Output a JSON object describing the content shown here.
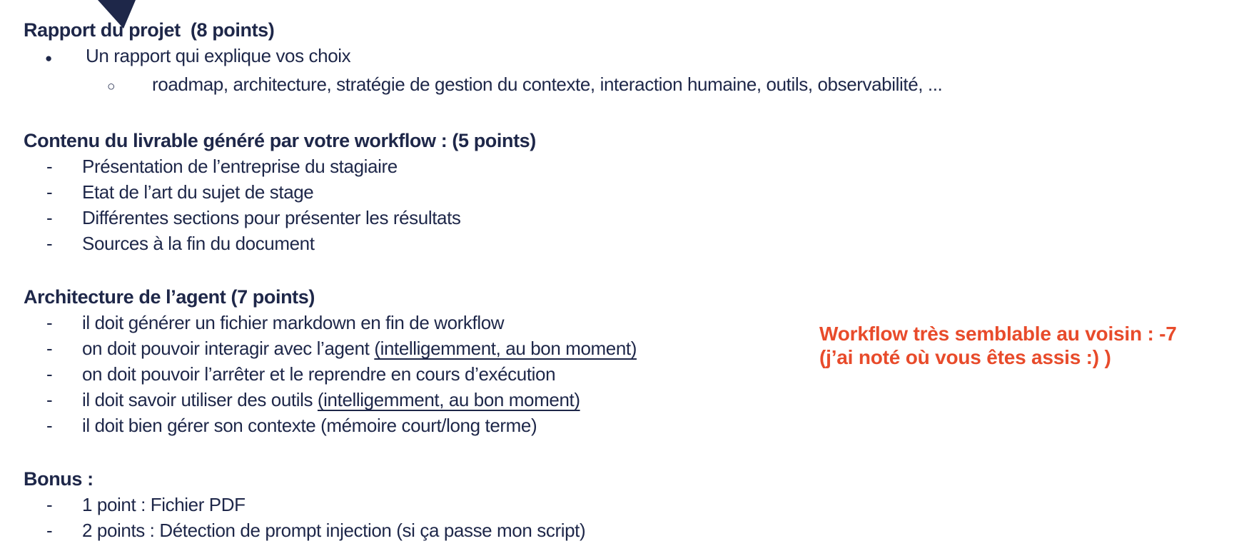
{
  "theme": {
    "ink_color": "#1e2749",
    "accent_color": "#e84b2b",
    "background_color": "#ffffff",
    "corner_triangle_color": "#1e2749"
  },
  "sections": [
    {
      "heading": "Rapport du projet  (8 points)",
      "items": [
        {
          "marker": "●",
          "text": "Un rapport qui explique vos choix"
        },
        {
          "marker": "○",
          "text": "roadmap, architecture, stratégie de gestion du contexte, interaction humaine, outils, observabilité, ..."
        }
      ]
    },
    {
      "heading": "Contenu du livrable généré par votre workflow : (5 points)",
      "items": [
        {
          "marker": "-",
          "text": "Présentation de l’entreprise du stagiaire"
        },
        {
          "marker": "-",
          "text": "Etat de l’art du sujet de stage"
        },
        {
          "marker": "-",
          "text": "Différentes sections pour présenter les résultats"
        },
        {
          "marker": "-",
          "text": "Sources à la fin du document"
        }
      ]
    },
    {
      "heading": "Architecture de l’agent (7 points)",
      "items": [
        {
          "marker": "-",
          "text": "il doit générer un fichier markdown en fin de workflow"
        },
        {
          "marker": "-",
          "text": "on doit pouvoir interagir avec l’agent ",
          "underlined": "(intelligemment, au bon moment)"
        },
        {
          "marker": "-",
          "text": "on doit pouvoir l’arrêter et le reprendre en cours d’exécution"
        },
        {
          "marker": "-",
          "text": "il doit savoir utiliser des outils ",
          "underlined": "(intelligemment, au bon moment)"
        },
        {
          "marker": "-",
          "text": "il doit bien gérer son contexte (mémoire court/long terme)"
        }
      ]
    },
    {
      "heading": "Bonus :",
      "items": [
        {
          "marker": "-",
          "text": "1 point : Fichier PDF"
        },
        {
          "marker": "-",
          "text": "2 points : Détection de prompt injection (si ça passe mon script)"
        }
      ]
    }
  ],
  "annotation": {
    "lines": [
      "Workflow très semblable au voisin : -7",
      "(j’ai noté où vous êtes assis :) )"
    ]
  }
}
